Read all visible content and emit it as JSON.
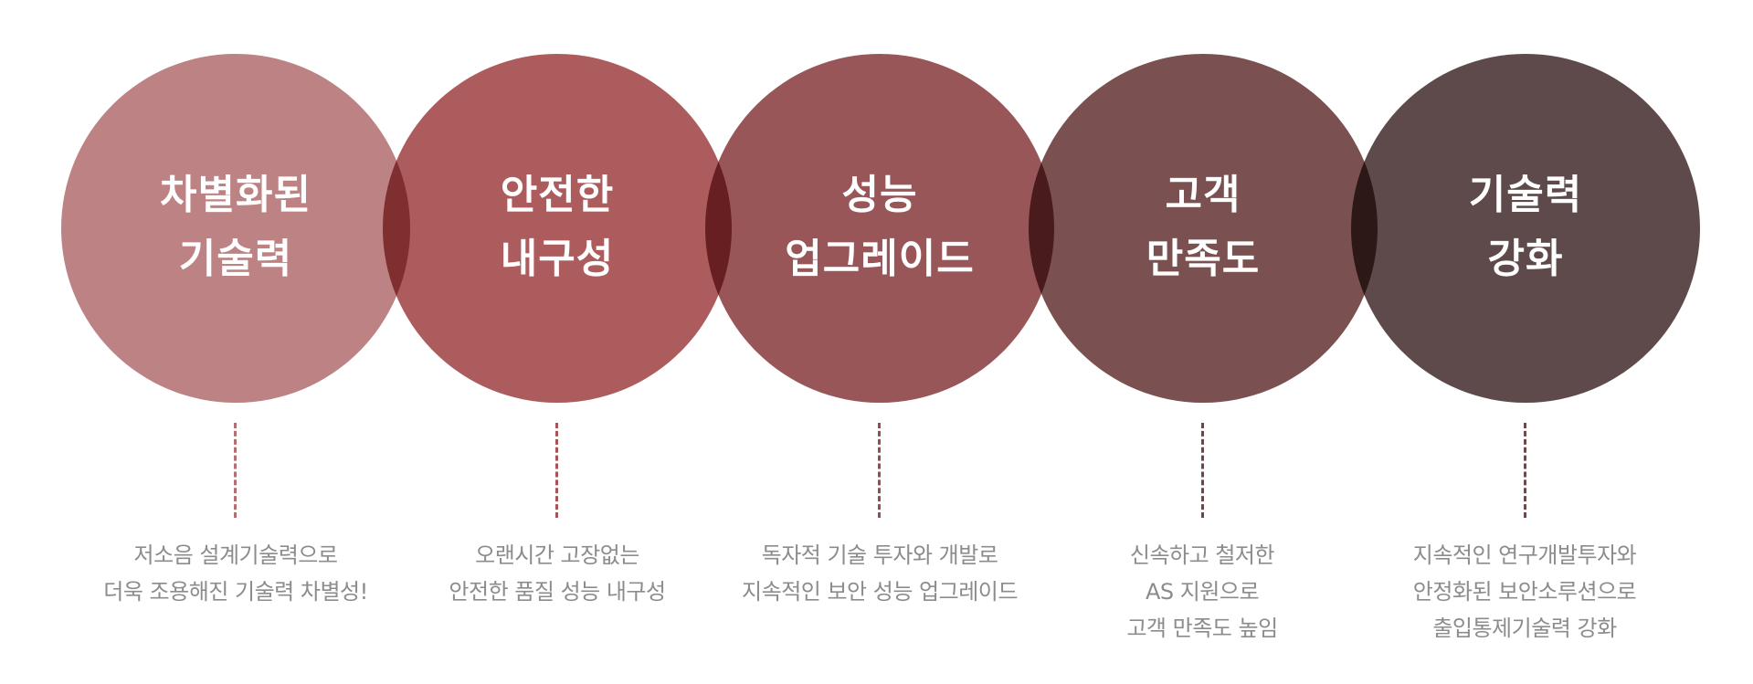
{
  "items": [
    {
      "title_lines": [
        "차별화된",
        "기술력"
      ],
      "desc_lines": [
        "저소음 설계기술력으로",
        "더욱 조용해진 기술력 차별성!"
      ],
      "color": "#BC8284",
      "dash_color": "#B56E72"
    },
    {
      "title_lines": [
        "안전한",
        "내구성"
      ],
      "desc_lines": [
        "오랜시간 고장없는",
        "안전한 품질 성능 내구성"
      ],
      "color": "#AD5C5E",
      "dash_color": "#A85357"
    },
    {
      "title_lines": [
        "성능",
        "업그레이드"
      ],
      "desc_lines": [
        "독자적 기술 투자와 개발로",
        "지속적인 보안 성능 업그레이드"
      ],
      "color": "#985658",
      "dash_color": "#924D50"
    },
    {
      "title_lines": [
        "고객",
        "만족도"
      ],
      "desc_lines": [
        "신속하고 철저한",
        "AS 지원으로",
        "고객 만족도 높임"
      ],
      "color": "#7A5050",
      "dash_color": "#6F4648"
    },
    {
      "title_lines": [
        "기술력",
        "강화"
      ],
      "desc_lines": [
        "지속적인 연구개발투자와",
        "안정화된 보안소루션으로",
        "출입통제기술력 강화"
      ],
      "color": "#5E4A4A",
      "dash_color": "#6B4A4C"
    }
  ]
}
